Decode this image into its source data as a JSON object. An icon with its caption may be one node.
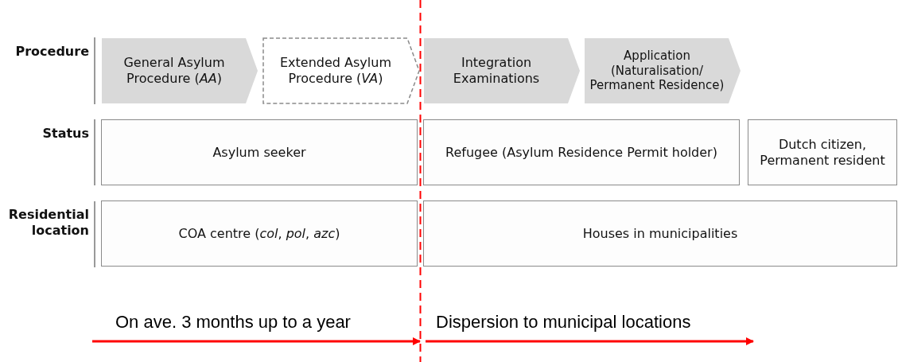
{
  "diagram": {
    "nodes": [
      {
        "text": [
          "General Asylum Procedure (*AA*)"
        ]
      },
      {
        "text": [
          "Extended Asylum Procedure (*VA*)"
        ]
      },
      {
        "text": [
          "Integration Examinations"
        ]
      },
      {
        "text": [
          "Application (Naturalisation/ Permanent Residence)"
        ]
      },
      {
        "text": [
          "Asylum seeker"
        ]
      },
      {
        "text": [
          "Refugee (Asylum Residence Permit holder)"
        ]
      },
      {
        "text": [
          "Dutch citizen, Permanent resident"
        ]
      },
      {
        "text": [
          "COA centre (*col*, *pol*, *azc*)"
        ]
      },
      {
        "text": [
          "Houses in municipalities"
        ]
      }
    ],
    "edges": [],
    "labels": [
      "Procedure",
      "Status",
      "Residential location",
      "On ave. 3 months up to a year",
      "Dispersion to municipal locations"
    ]
  }
}
